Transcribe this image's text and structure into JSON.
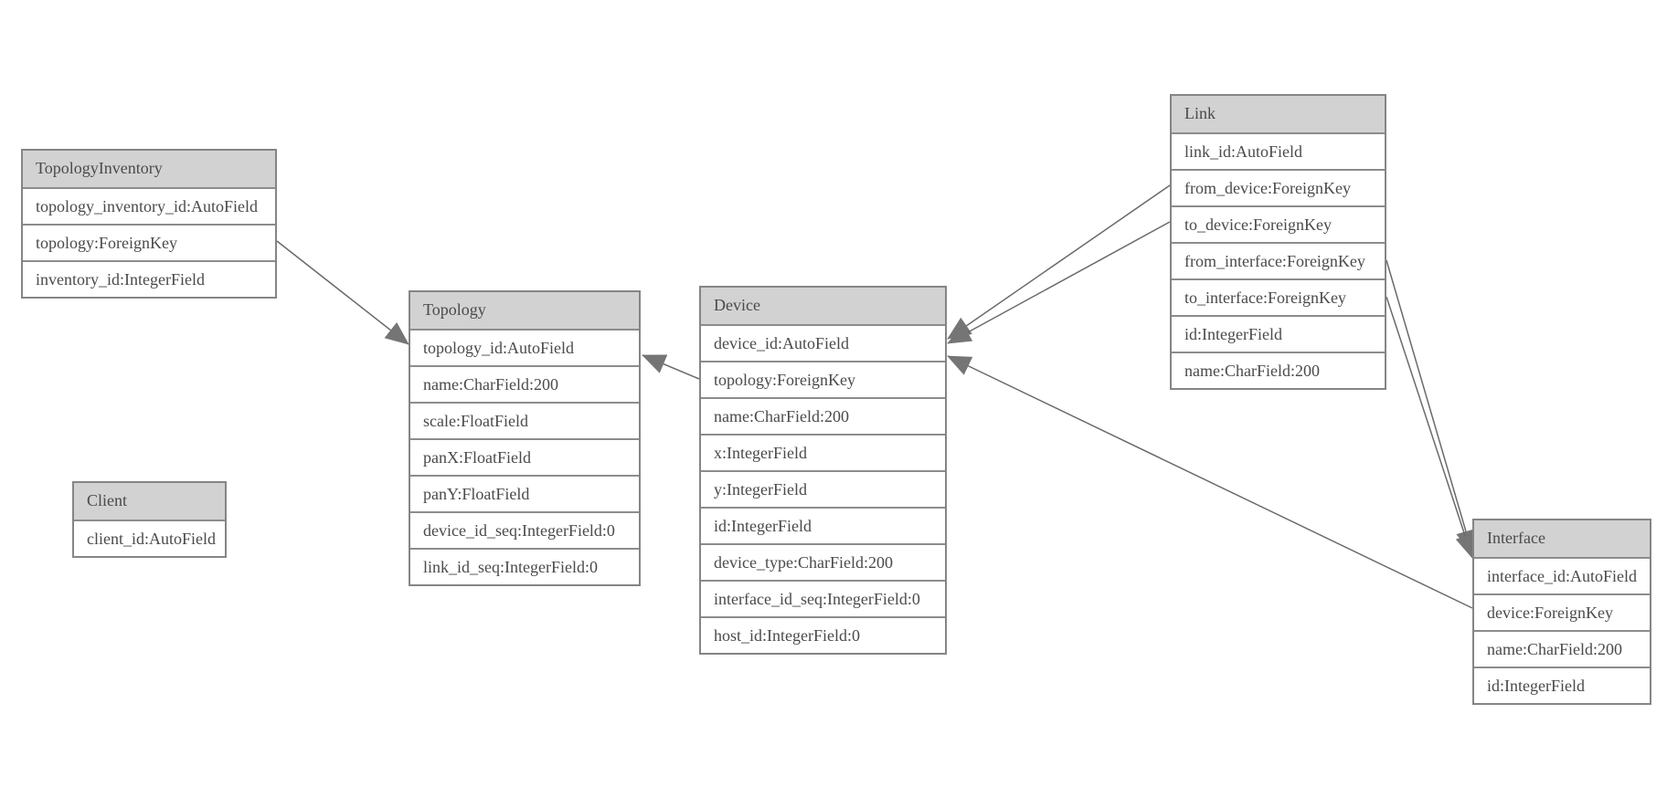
{
  "diagram": {
    "type": "entity-relationship",
    "colors": {
      "background": "#ffffff",
      "entity_header_bg": "#d2d2d2",
      "entity_border": "#858585",
      "row_divider": "#8c8c8c",
      "text": "#4a4a4a",
      "relationship_line": "#6a6a6a",
      "arrowhead_fill": "#757575"
    },
    "entities": [
      {
        "name": "TopologyInventory",
        "fields": [
          "topology_inventory_id:AutoField",
          "topology:ForeignKey",
          "inventory_id:IntegerField"
        ]
      },
      {
        "name": "Topology",
        "fields": [
          "topology_id:AutoField",
          "name:CharField:200",
          "scale:FloatField",
          "panX:FloatField",
          "panY:FloatField",
          "device_id_seq:IntegerField:0",
          "link_id_seq:IntegerField:0"
        ]
      },
      {
        "name": "Client",
        "fields": [
          "client_id:AutoField"
        ]
      },
      {
        "name": "Device",
        "fields": [
          "device_id:AutoField",
          "topology:ForeignKey",
          "name:CharField:200",
          "x:IntegerField",
          "y:IntegerField",
          "id:IntegerField",
          "device_type:CharField:200",
          "interface_id_seq:IntegerField:0",
          "host_id:IntegerField:0"
        ]
      },
      {
        "name": "Link",
        "fields": [
          "link_id:AutoField",
          "from_device:ForeignKey",
          "to_device:ForeignKey",
          "from_interface:ForeignKey",
          "to_interface:ForeignKey",
          "id:IntegerField",
          "name:CharField:200"
        ]
      },
      {
        "name": "Interface",
        "fields": [
          "interface_id:AutoField",
          "device:ForeignKey",
          "name:CharField:200",
          "id:IntegerField"
        ]
      }
    ],
    "relationships": [
      {
        "from": "TopologyInventory.topology",
        "to": "Topology.topology_id"
      },
      {
        "from": "Device.topology",
        "to": "Topology.topology_id"
      },
      {
        "from": "Link.from_device",
        "to": "Device.device_id"
      },
      {
        "from": "Link.to_device",
        "to": "Device.device_id"
      },
      {
        "from": "Interface.device",
        "to": "Device.device_id"
      },
      {
        "from": "Link.from_interface",
        "to": "Interface.interface_id"
      },
      {
        "from": "Link.to_interface",
        "to": "Interface.interface_id"
      }
    ]
  }
}
